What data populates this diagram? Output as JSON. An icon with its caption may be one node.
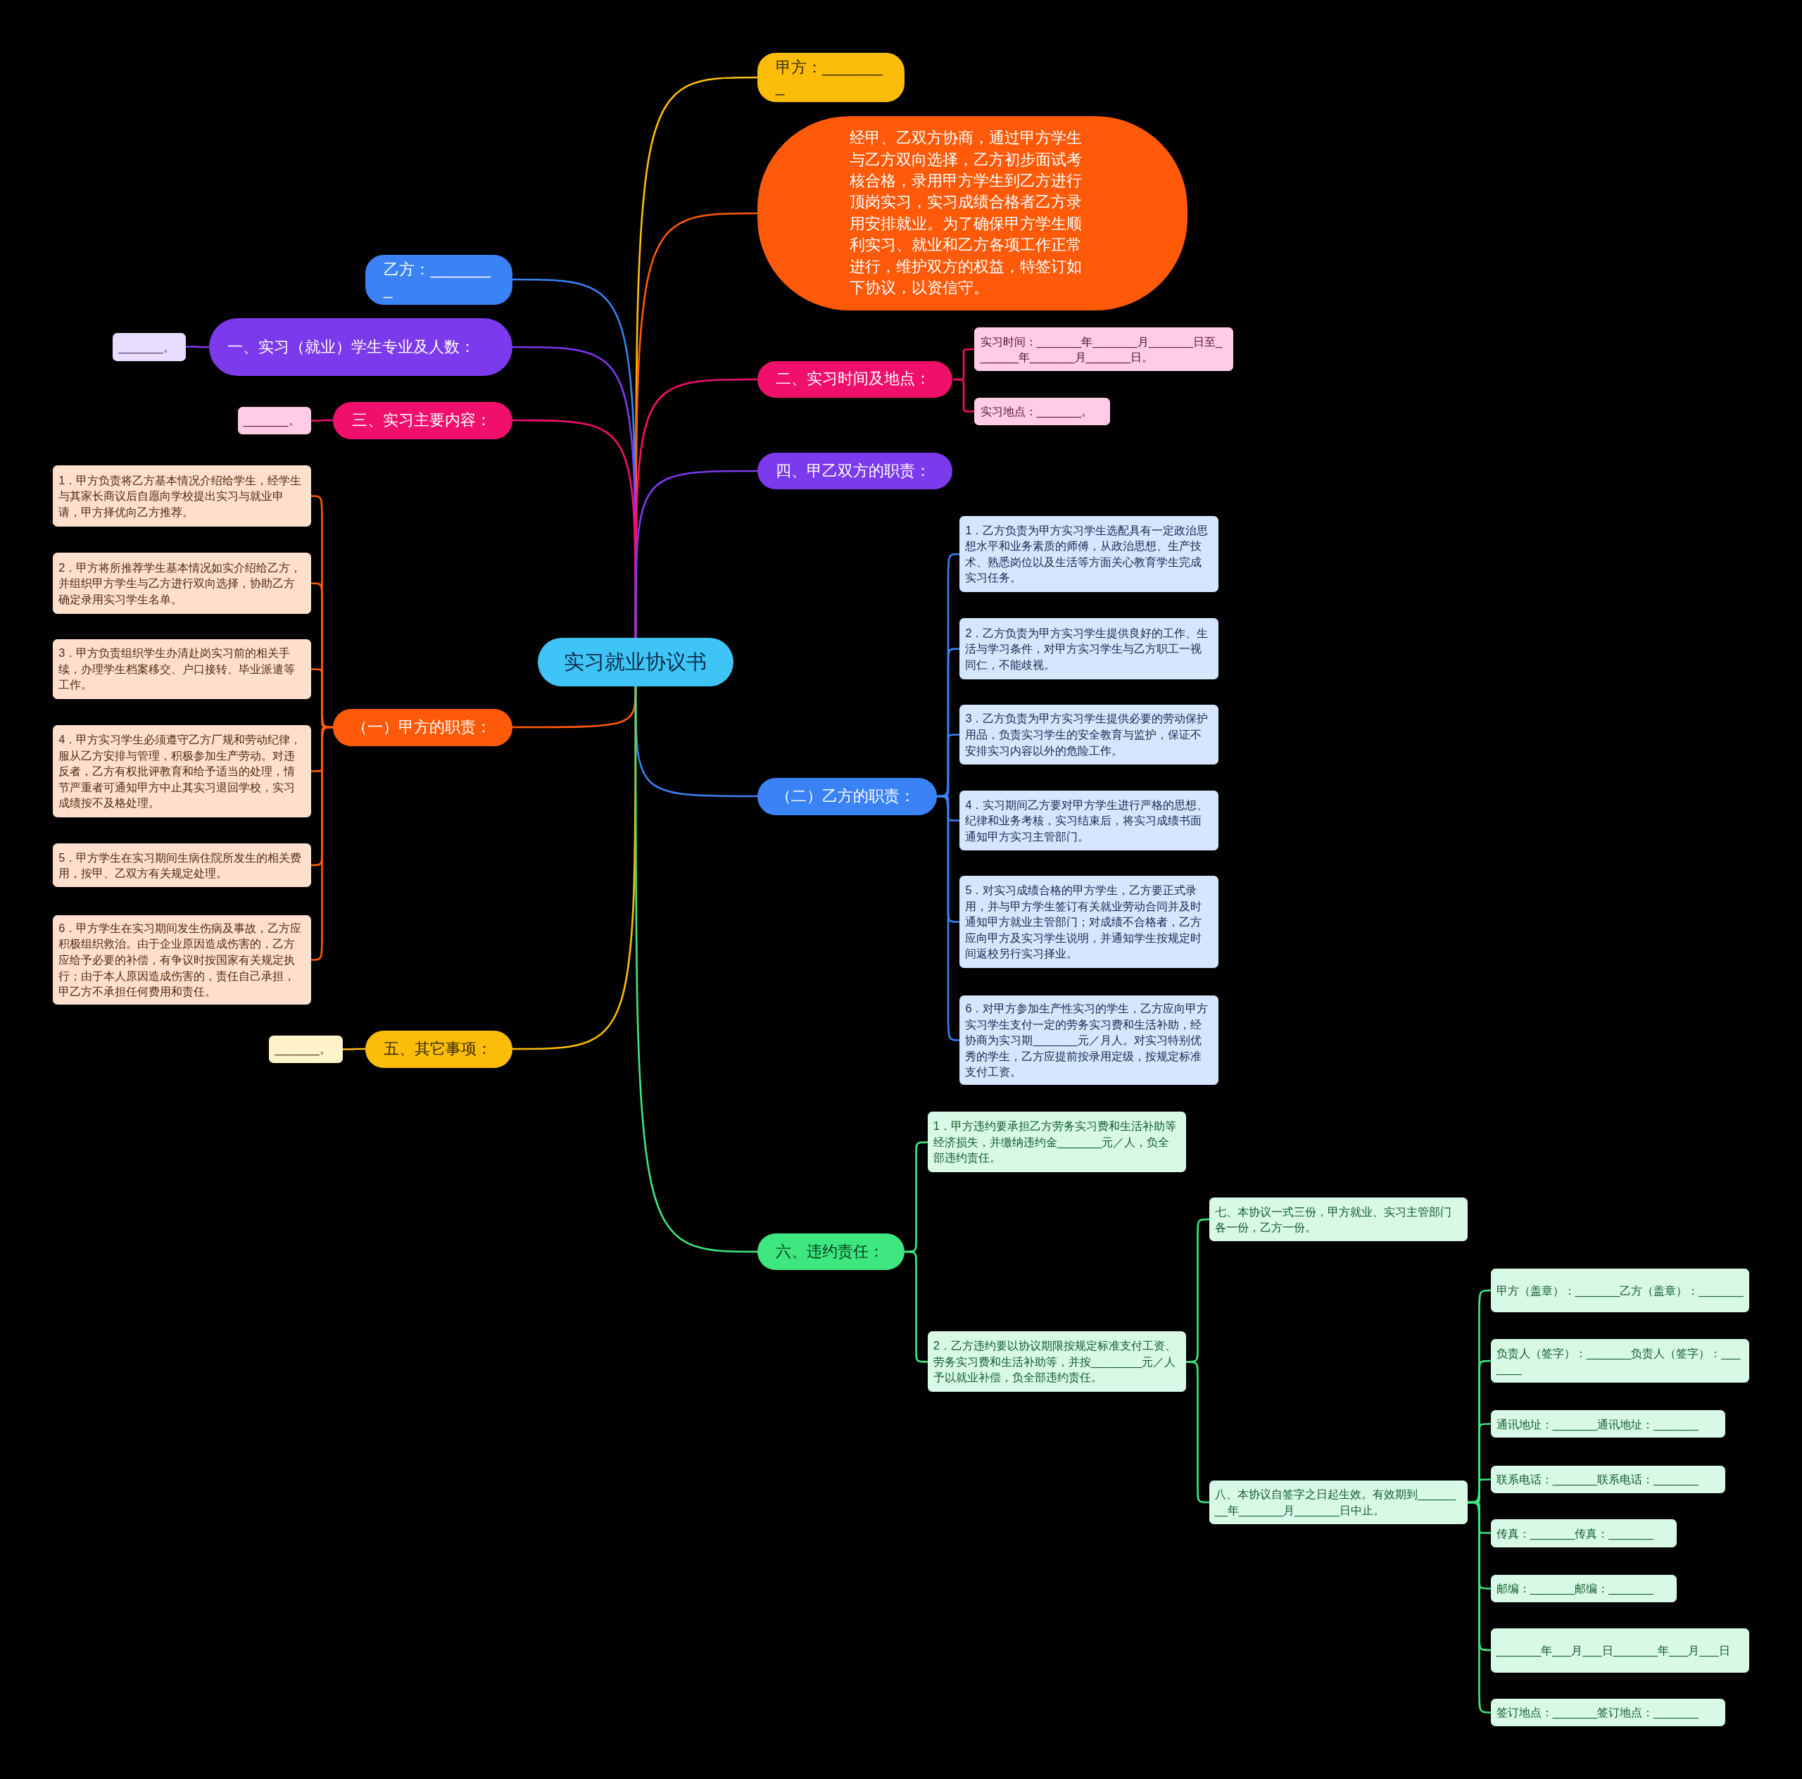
{
  "diagram": {
    "nodes": [
      {
        "text": [
          "实习就业协议书"
        ]
      },
      {
        "text": [
          "甲方：________"
        ]
      },
      {
        "text": [
          "经甲、乙双方协商，通过甲方学生与乙方双向选择，乙方初步面试考核合格，录用甲方学生到乙方进行顶岗实习，实习成绩合格者乙方录用安排就业。为了确保甲方学生顺利实习、就业和乙方各项工作正常进行，维护双方的权益，特签订如下协议，以资信守。"
        ]
      },
      {
        "text": [
          "乙方：________"
        ]
      },
      {
        "text": [
          "一、实习（就业）学生专业及人数："
        ]
      },
      {
        "text": [
          "_______。"
        ]
      },
      {
        "text": [
          "二、实习时间及地点："
        ]
      },
      {
        "text": [
          "实习时间：_______年_______月_______日至_______年_______月_______日。"
        ]
      },
      {
        "text": [
          "实习地点：_______。"
        ]
      },
      {
        "text": [
          "三、实习主要内容："
        ]
      },
      {
        "text": [
          "_______。"
        ]
      },
      {
        "text": [
          "四、甲乙双方的职责："
        ]
      },
      {
        "text": [
          "（一）甲方的职责："
        ]
      },
      {
        "text": [
          "1．甲方负责将乙方基本情况介绍给学生，经学生与其家长商议后自愿向学校提出实习与就业申请，甲方择优向乙方推荐。"
        ]
      },
      {
        "text": [
          "2．甲方将所推荐学生基本情况如实介绍给乙方，并组织甲方学生与乙方进行双向选择，协助乙方确定录用实习学生名单。"
        ]
      },
      {
        "text": [
          "3．甲方负责组织学生办清赴岗实习前的相关手续，办理学生档案移交、户口接转、毕业派遣等工作。"
        ]
      },
      {
        "text": [
          "4．甲方实习学生必须遵守乙方厂规和劳动纪律，服从乙方安排与管理，积极参加生产劳动。对违反者，乙方有权批评教育和给予适当的处理，情节严重者可通知甲方中止其实习退回学校，实习成绩按不及格处理。"
        ]
      },
      {
        "text": [
          "5．甲方学生在实习期间生病住院所发生的相关费用，按甲、乙双方有关规定处理。"
        ]
      },
      {
        "text": [
          "6．甲方学生在实习期间发生伤病及事故，乙方应积极组织救治。由于企业原因造成伤害的，乙方应给予必要的补偿，有争议时按国家有关规定执行；由于本人原因造成伤害的，责任自己承担，甲乙方不承担任何费用和责任。"
        ]
      },
      {
        "text": [
          "（二）乙方的职责："
        ]
      },
      {
        "text": [
          "1．乙方负责为甲方实习学生选配具有一定政治思想水平和业务素质的师傅，从政治思想、生产技术、熟悉岗位以及生活等方面关心教育学生完成实习任务。"
        ]
      },
      {
        "text": [
          "2．乙方负责为甲方实习学生提供良好的工作、生活与学习条件，对甲方实习学生与乙方职工一视同仁，不能歧视。"
        ]
      },
      {
        "text": [
          "3．乙方负责为甲方实习学生提供必要的劳动保护用品，负责实习学生的安全教育与监护，保证不安排实习内容以外的危险工作。"
        ]
      },
      {
        "text": [
          "4．实习期间乙方要对甲方学生进行严格的思想、纪律和业务考核，实习结束后，将实习成绩书面通知甲方实习主管部门。"
        ]
      },
      {
        "text": [
          "5．对实习成绩合格的甲方学生，乙方要正式录用，并与甲方学生签订有关就业劳动合同并及时通知甲方就业主管部门；对成绩不合格者，乙方应向甲方及实习学生说明，并通知学生按规定时间返校另行实习择业。"
        ]
      },
      {
        "text": [
          "6．对甲方参加生产性实习的学生，乙方应向甲方实习学生支付一定的劳务实习费和生活补助，经协商为实习期_______元／月人。对实习特别优秀的学生，乙方应提前按录用定级，按规定标准支付工资。"
        ]
      },
      {
        "text": [
          "五、其它事项："
        ]
      },
      {
        "text": [
          "_______。"
        ]
      },
      {
        "text": [
          "六、违约责任："
        ]
      },
      {
        "text": [
          "1．甲方违约要承担乙方劳务实习费和生活补助等经济损失，并缴纳违约金_______元／人，负全部违约责任。"
        ]
      },
      {
        "text": [
          "2．乙方违约要以协议期限按规定标准支付工资、劳务实习费和生活补助等，并按________元／人予以就业补偿，负全部违约责任。"
        ]
      },
      {
        "text": [
          "七、本协议一式三份，甲方就业、实习主管部门各一份，乙方一份。"
        ]
      },
      {
        "text": [
          "八、本协议自签字之日起生效。有效期到________年_______月_______日中止。"
        ]
      },
      {
        "text": [
          "甲方（盖章）：_______乙方（盖章）：_______"
        ]
      },
      {
        "text": [
          "负责人（签字）：_______负责人（签字）：_______"
        ]
      },
      {
        "text": [
          "通讯地址：_______通讯地址：_______"
        ]
      },
      {
        "text": [
          "联系电话：_______联系电话：_______"
        ]
      },
      {
        "text": [
          "传真：_______传真：_______"
        ]
      },
      {
        "text": [
          "邮编：_______邮编：_______"
        ]
      },
      {
        "text": [
          "_______年___月___日_______年___月___日"
        ]
      },
      {
        "text": [
          "签订地点：_______签订地点：_______"
        ]
      }
    ],
    "edges": [
      {
        "from": 0,
        "to": 1,
        "arrow": "none",
        "color": "#fbbd08"
      },
      {
        "from": 0,
        "to": 2,
        "arrow": "none",
        "color": "#ff5a0a"
      },
      {
        "from": 0,
        "to": 3,
        "arrow": "none",
        "color": "#3b82f6"
      },
      {
        "from": 0,
        "to": 4,
        "arrow": "none",
        "color": "#7c3aed"
      },
      {
        "from": 4,
        "to": 5,
        "arrow": "none",
        "color": "#7c3aed"
      },
      {
        "from": 0,
        "to": 6,
        "arrow": "none",
        "color": "#f0106b"
      },
      {
        "from": 6,
        "to": 7,
        "arrow": "none",
        "color": "#f0106b"
      },
      {
        "from": 6,
        "to": 8,
        "arrow": "none",
        "color": "#f0106b"
      },
      {
        "from": 0,
        "to": 9,
        "arrow": "none",
        "color": "#f0106b"
      },
      {
        "from": 9,
        "to": 10,
        "arrow": "none",
        "color": "#f0106b"
      },
      {
        "from": 0,
        "to": 11,
        "arrow": "none",
        "color": "#7c3aed"
      },
      {
        "from": 0,
        "to": 12,
        "arrow": "none",
        "color": "#ff5a0a"
      },
      {
        "from": 12,
        "to": 13,
        "arrow": "none",
        "color": "#ff5a0a"
      },
      {
        "from": 12,
        "to": 14,
        "arrow": "none",
        "color": "#ff5a0a"
      },
      {
        "from": 12,
        "to": 15,
        "arrow": "none",
        "color": "#ff5a0a"
      },
      {
        "from": 12,
        "to": 16,
        "arrow": "none",
        "color": "#ff5a0a"
      },
      {
        "from": 12,
        "to": 17,
        "arrow": "none",
        "color": "#ff5a0a"
      },
      {
        "from": 12,
        "to": 18,
        "arrow": "none",
        "color": "#ff5a0a"
      },
      {
        "from": 0,
        "to": 19,
        "arrow": "none",
        "color": "#3b82f6"
      },
      {
        "from": 19,
        "to": 20,
        "arrow": "none",
        "color": "#3b82f6"
      },
      {
        "from": 19,
        "to": 21,
        "arrow": "none",
        "color": "#3b82f6"
      },
      {
        "from": 19,
        "to": 22,
        "arrow": "none",
        "color": "#3b82f6"
      },
      {
        "from": 19,
        "to": 23,
        "arrow": "none",
        "color": "#3b82f6"
      },
      {
        "from": 19,
        "to": 24,
        "arrow": "none",
        "color": "#3b82f6"
      },
      {
        "from": 19,
        "to": 25,
        "arrow": "none",
        "color": "#3b82f6"
      },
      {
        "from": 0,
        "to": 26,
        "arrow": "none",
        "color": "#fbbd08"
      },
      {
        "from": 26,
        "to": 27,
        "arrow": "none",
        "color": "#fbbd08"
      },
      {
        "from": 0,
        "to": 28,
        "arrow": "none",
        "color": "#3ee67f"
      },
      {
        "from": 28,
        "to": 29,
        "arrow": "none",
        "color": "#3ee67f"
      },
      {
        "from": 28,
        "to": 30,
        "arrow": "none",
        "color": "#3ee67f"
      },
      {
        "from": 30,
        "to": 31,
        "arrow": "none",
        "color": "#3ee67f"
      },
      {
        "from": 30,
        "to": 32,
        "arrow": "none",
        "color": "#3ee67f"
      },
      {
        "from": 32,
        "to": 33,
        "arrow": "none",
        "color": "#3ee67f"
      },
      {
        "from": 32,
        "to": 34,
        "arrow": "none",
        "color": "#3ee67f"
      },
      {
        "from": 32,
        "to": 35,
        "arrow": "none",
        "color": "#3ee67f"
      },
      {
        "from": 32,
        "to": 36,
        "arrow": "none",
        "color": "#3ee67f"
      },
      {
        "from": 32,
        "to": 37,
        "arrow": "none",
        "color": "#3ee67f"
      },
      {
        "from": 32,
        "to": 38,
        "arrow": "none",
        "color": "#3ee67f"
      },
      {
        "from": 32,
        "to": 39,
        "arrow": "none",
        "color": "#3ee67f"
      },
      {
        "from": 32,
        "to": 40,
        "arrow": "none",
        "color": "#3ee67f"
      }
    ]
  }
}
